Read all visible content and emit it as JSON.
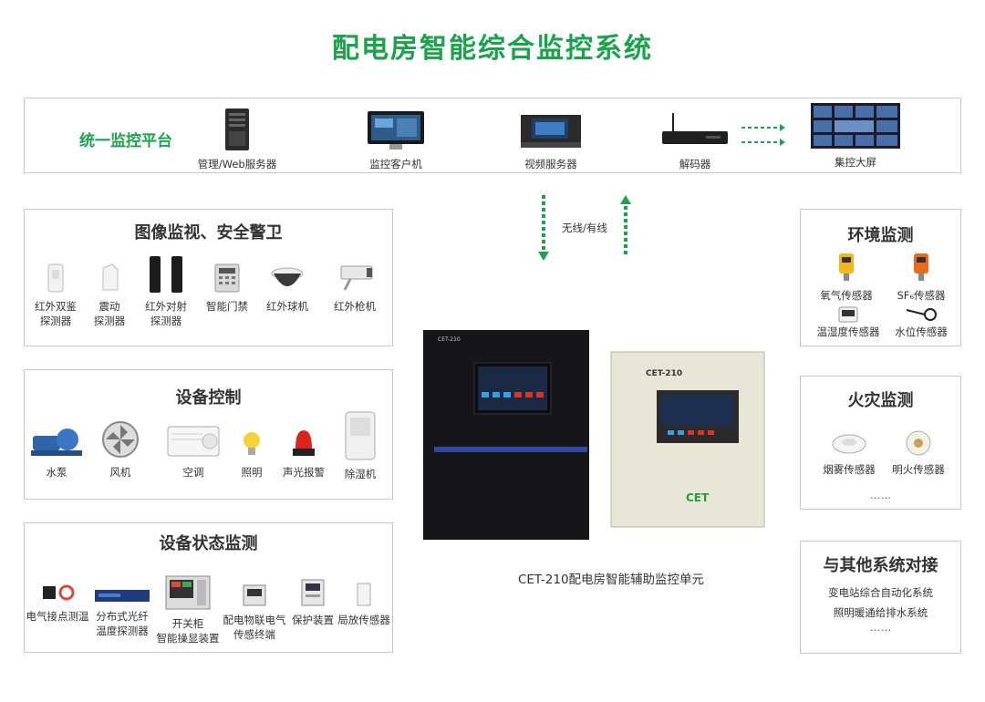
{
  "title": "配电房智能综合监控系统",
  "platform": {
    "label": "统一监控平台",
    "items": [
      "管理/Web服务器",
      "监控客户机",
      "视频服务器",
      "解码器",
      "集控大屏"
    ]
  },
  "link_label": "无线/有线",
  "video_security": {
    "title": "图像监视、安全警卫",
    "items": [
      {
        "line1": "红外双鉴",
        "line2": "探测器"
      },
      {
        "line1": "震动",
        "line2": "探测器"
      },
      {
        "line1": "红外对射",
        "line2": "探测器"
      },
      {
        "line1": "智能门禁",
        "line2": ""
      },
      {
        "line1": "红外球机",
        "line2": ""
      },
      {
        "line1": "红外枪机",
        "line2": ""
      }
    ]
  },
  "device_control": {
    "title": "设备控制",
    "items": [
      "水泵",
      "风机",
      "空调",
      "照明",
      "声光报警",
      "除湿机"
    ]
  },
  "device_status": {
    "title": "设备状态监测",
    "items": [
      {
        "line1": "电气接点测温",
        "line2": ""
      },
      {
        "line1": "分布式光纤",
        "line2": "温度探测器"
      },
      {
        "line1": "开关柜",
        "line2": "智能操显装置"
      },
      {
        "line1": "配电物联电气",
        "line2": "传感终端"
      },
      {
        "line1": "保护装置",
        "line2": ""
      },
      {
        "line1": "局放传感器",
        "line2": ""
      }
    ]
  },
  "environment": {
    "title": "环境监测",
    "items": [
      "氧气传感器",
      "SF₆传感器",
      "温湿度传感器",
      "水位传感器"
    ]
  },
  "fire": {
    "title": "火灾监测",
    "items": [
      "烟雾传感器",
      "明火传感器"
    ],
    "more": "……"
  },
  "other_systems": {
    "title": "与其他系统对接",
    "items": [
      "变电站综合自动化系统",
      "照明暖通给排水系统"
    ],
    "more": "……"
  },
  "unit": {
    "caption": "CET-210配电房智能辅助监控单元",
    "panel_left_label": "CET-210",
    "panel_right_label": "CET-210",
    "logo": "CET"
  },
  "colors": {
    "accent": "#1aa34a",
    "border": "#c8c8c8"
  }
}
